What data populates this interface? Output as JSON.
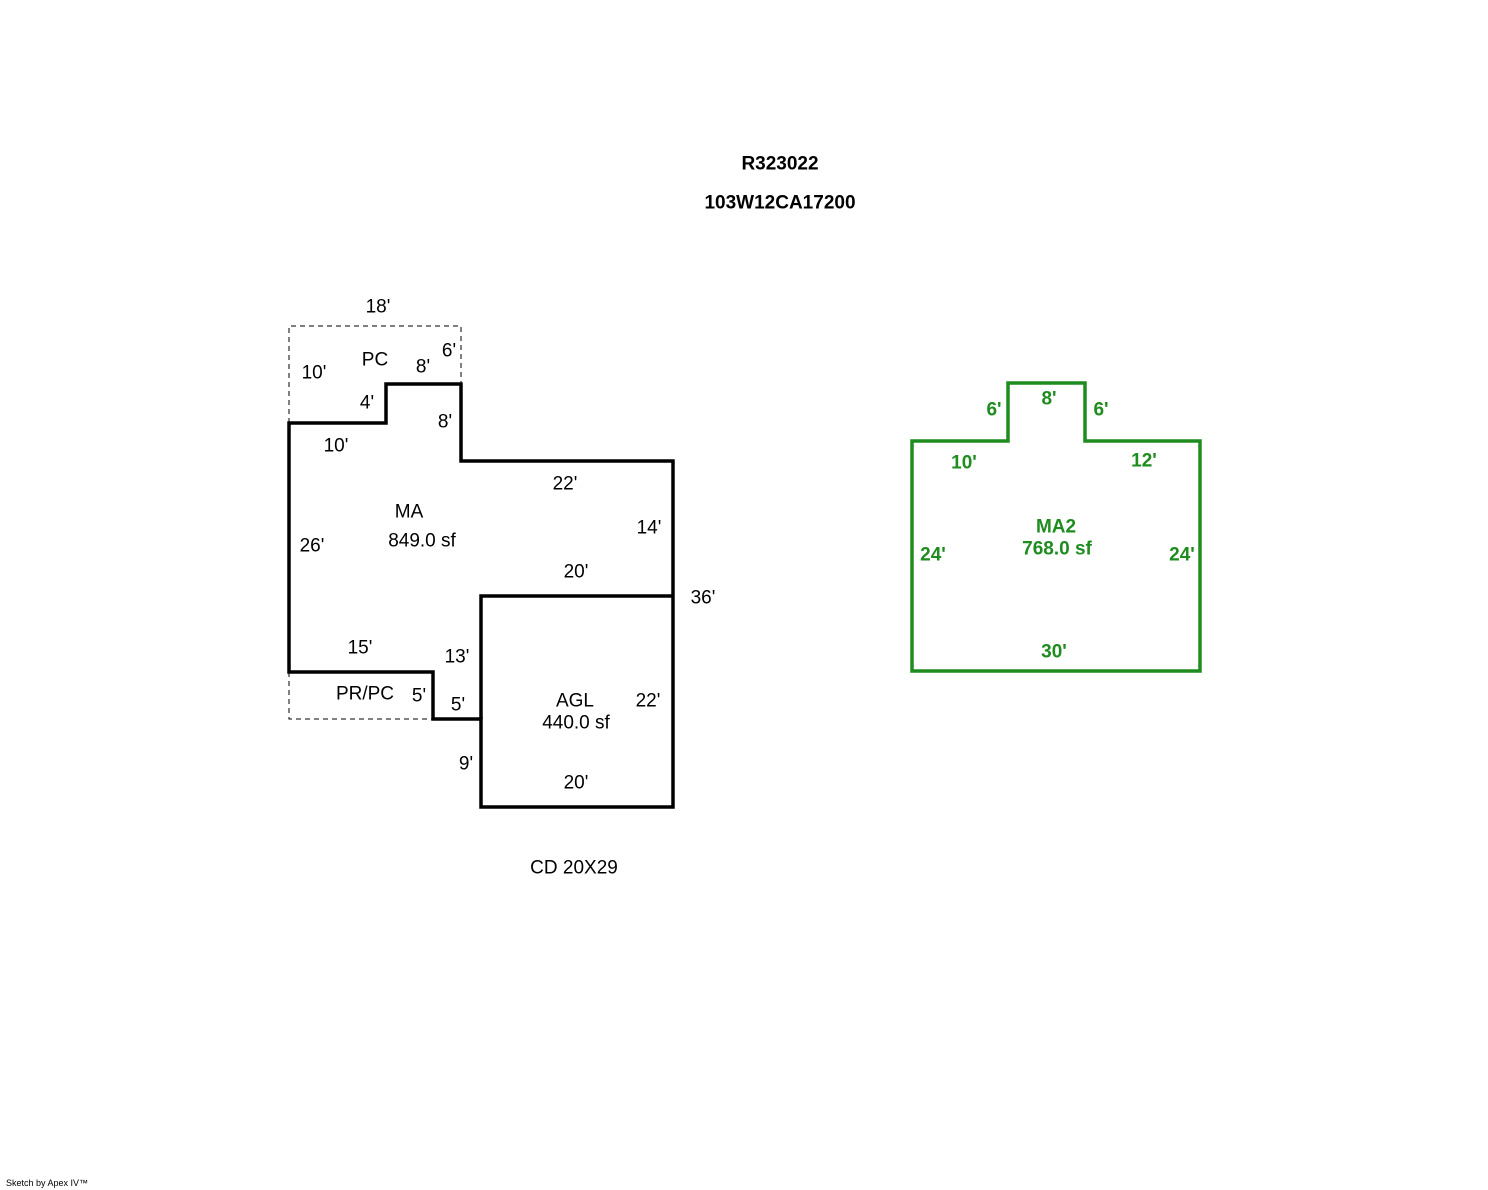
{
  "header": {
    "parcel_id": "R323022",
    "map_number": "103W12CA17200"
  },
  "main_sketch": {
    "pc": {
      "label": "PC",
      "dims": [
        "18'",
        "10'",
        "8'",
        "6'",
        "4'",
        "8'"
      ]
    },
    "ma": {
      "label": "MA",
      "area": "849.0 sf",
      "dims": [
        "10'",
        "22'",
        "14'",
        "26'",
        "20'",
        "36'",
        "15'",
        "13'"
      ]
    },
    "pr_pc": {
      "label": "PR/PC",
      "dims": [
        "5'",
        "5'"
      ]
    },
    "agl": {
      "label": "AGL",
      "area": "440.0 sf",
      "dims": [
        "22'",
        "9'",
        "20'"
      ]
    },
    "note": "CD 20X29"
  },
  "second_sketch": {
    "label": "MA2",
    "area": "768.0 sf",
    "dims": [
      "6'",
      "8'",
      "6'",
      "10'",
      "12'",
      "24'",
      "24'",
      "30'"
    ],
    "color": "#1e8c1e"
  },
  "footer": {
    "credit": "Sketch by Apex IV™"
  }
}
